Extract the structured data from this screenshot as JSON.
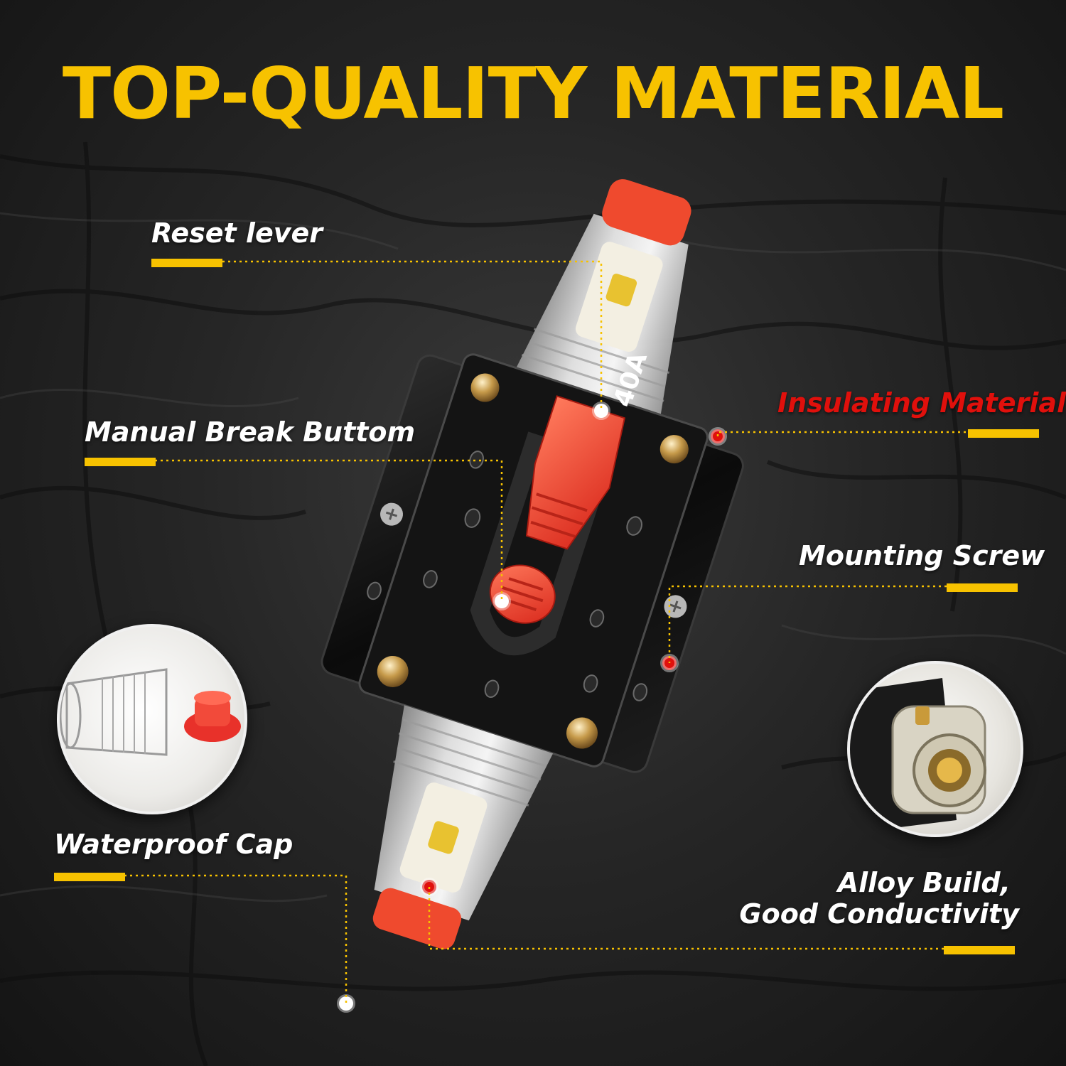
{
  "headline": "TOP-QUALITY MATERIAL",
  "colors": {
    "accent_yellow": "#f7c200",
    "accent_red": "#e0100c",
    "breaker_red": "#e8402a",
    "label_white": "#ffffff",
    "background": "#262626"
  },
  "callouts": {
    "reset_lever": "Reset lever",
    "manual_break": "Manual Break Buttom",
    "insulating": "Insulating Material",
    "mounting_screw": "Mounting Screw",
    "waterproof_cap": "Waterproof Cap",
    "alloy_line1": "Alloy Build,",
    "alloy_line2": "Good Conductivity"
  },
  "product": {
    "rating_label": "40A"
  },
  "icons": {
    "product_image": "circuit-breaker-product",
    "cap_inset": "waterproof-cap-inset",
    "terminal_inset": "alloy-terminal-inset"
  }
}
